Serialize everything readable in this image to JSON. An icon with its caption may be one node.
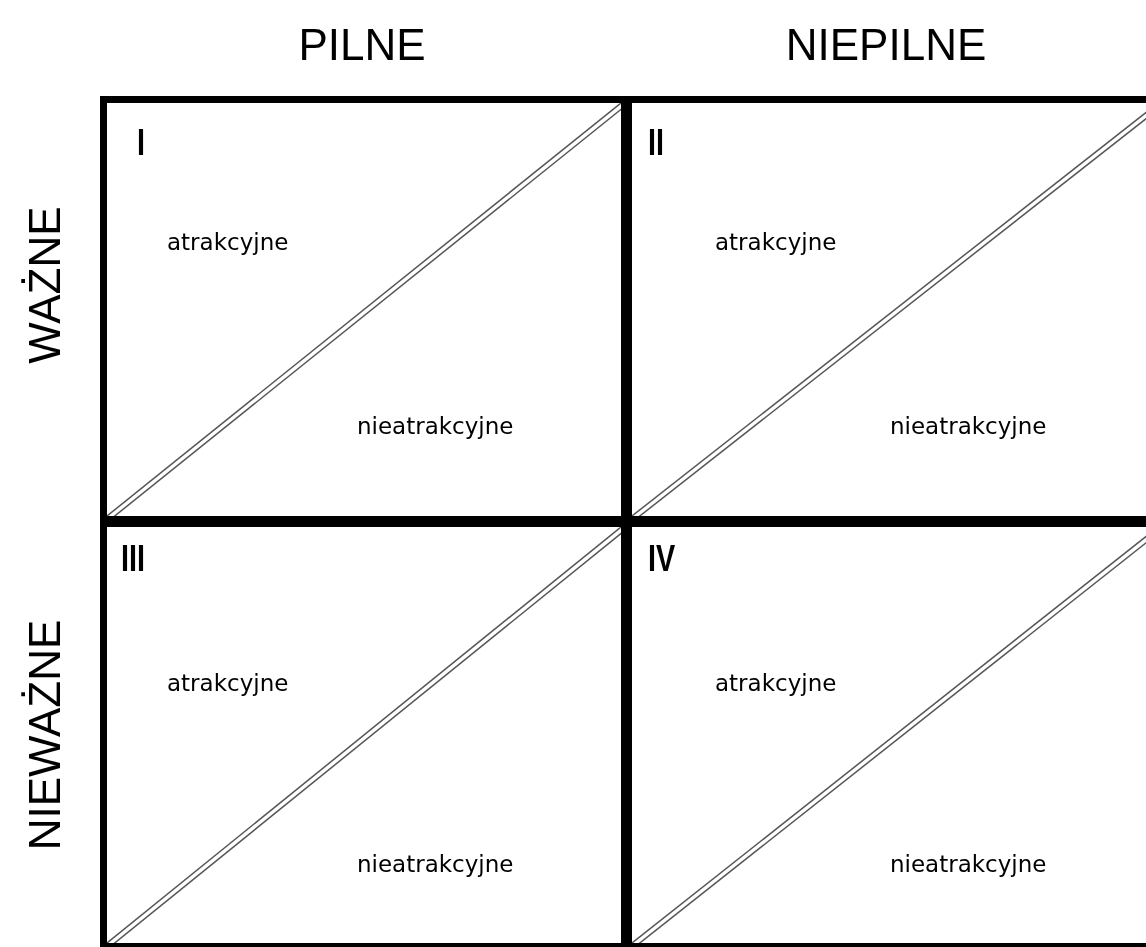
{
  "diagram": {
    "nodes": [
      {
        "text": [
          "I",
          "atrakcyjne",
          "nieatrakcyjne"
        ]
      },
      {
        "text": [
          "II",
          "atrakcyjne",
          "nieatrakcyjne"
        ]
      },
      {
        "text": [
          "III",
          "atrakcyjne",
          "nieatrakcyjne"
        ]
      },
      {
        "text": [
          "IV",
          "atrakcyjne",
          "nieatrakcyjne"
        ]
      }
    ],
    "labels": [
      "PILNE",
      "NIEPILNE",
      "WAŻNE",
      "NIEWAŻNE"
    ]
  }
}
